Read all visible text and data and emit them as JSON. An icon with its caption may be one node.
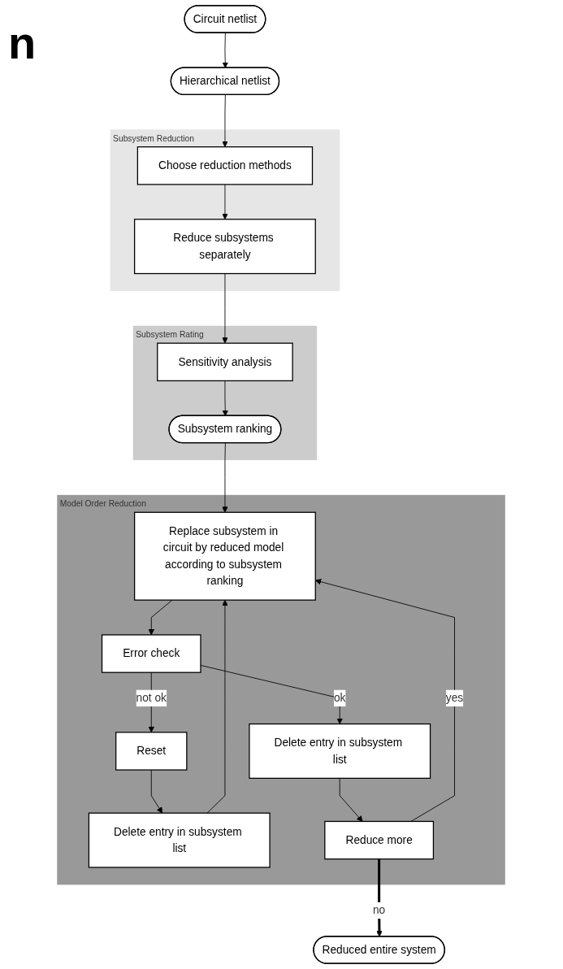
{
  "diagram": {
    "nodes": [
      {
        "text": [
          "Circuit netlist"
        ]
      },
      {
        "text": [
          "Hierarchical netlist"
        ]
      },
      {
        "text": [
          "Subsystem Reduction"
        ]
      },
      {
        "text": [
          "Choose reduction methods"
        ],
        "in": 2
      },
      {
        "text": [
          "Reduce subsystems separately"
        ],
        "in": 2
      },
      {
        "text": [
          "Subsystem Rating"
        ]
      },
      {
        "text": [
          "Sensitivity analysis"
        ],
        "in": 5
      },
      {
        "text": [
          "Subsystem ranking"
        ],
        "in": 5
      },
      {
        "text": [
          "Model Order Reduction"
        ]
      },
      {
        "text": [
          "Delete entry in subsystem list"
        ],
        "in": 8
      },
      {
        "text": [
          "Replace subsystem in circuit by reduced model according to subsystem ranking"
        ],
        "in": 8
      },
      {
        "text": [
          "Reset"
        ],
        "in": 8
      },
      {
        "text": [
          "Error check"
        ],
        "in": 8
      },
      {
        "text": [
          "Delete entry in subsystem list"
        ],
        "in": 8
      },
      {
        "text": [
          "Reduce more"
        ],
        "in": 8
      },
      {
        "text": [
          "Reduced entire system"
        ]
      }
    ],
    "edges": [
      {
        "from": 0,
        "to": 1,
        "arrow": "to"
      },
      {
        "from": 1,
        "to": 3,
        "arrow": "to"
      },
      {
        "from": 3,
        "to": 4,
        "arrow": "to"
      },
      {
        "from": 4,
        "to": 6,
        "arrow": "to"
      },
      {
        "from": 6,
        "to": 7,
        "arrow": "to"
      },
      {
        "from": 7,
        "to": 10,
        "arrow": "to"
      },
      {
        "from": 9,
        "to": 10,
        "arrow": "to"
      },
      {
        "from": 11,
        "to": 9,
        "arrow": "to"
      },
      {
        "from": 10,
        "to": 12,
        "arrow": "to"
      },
      {
        "from": 12,
        "to": 11,
        "arrow": "to",
        "label": "not ok"
      },
      {
        "from": 12,
        "to": 13,
        "arrow": "to",
        "label": "ok"
      },
      {
        "from": 13,
        "to": 14,
        "arrow": "to"
      },
      {
        "from": 14,
        "to": 10,
        "arrow": "to",
        "label": "yes"
      },
      {
        "from": 14,
        "to": 15,
        "arrow": "to",
        "label": "no",
        "style": "thick"
      }
    ],
    "labels": [
      "n"
    ]
  }
}
